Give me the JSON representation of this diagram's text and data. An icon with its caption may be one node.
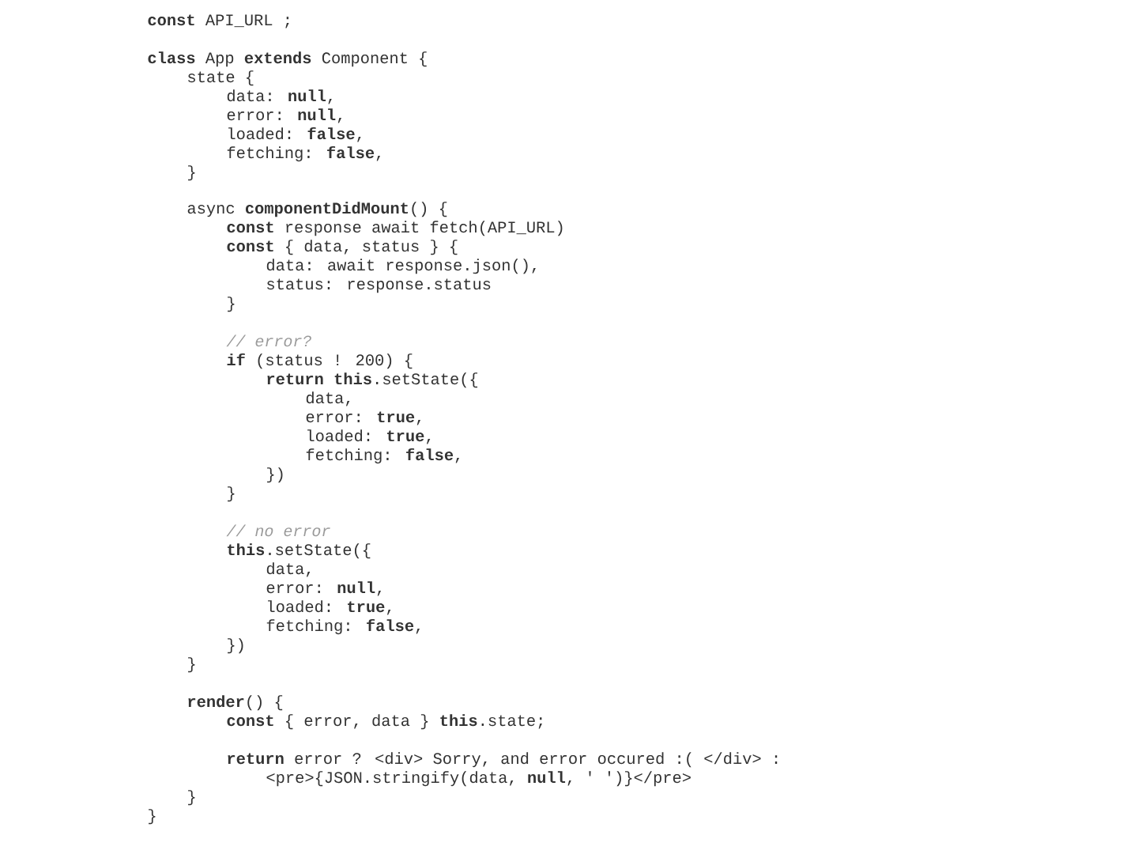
{
  "diagram": {
    "labels": [
      "**const** API_URL ;",
      "**class** App **extends** Component {",
      "state {",
      "data: **null**,",
      "error: **null**,",
      "loaded: **false**,",
      "fetching: **false**,",
      "}",
      "async **componentDidMount**() {",
      "**const** response await fetch(API_URL)",
      "**const** { data, status } {",
      "data: await response.json(),",
      "status: response.status",
      "}",
      "// error?",
      "**if** (status ! 200) {",
      "**return** **this**.setState({",
      "data,",
      "error: **true**,",
      "loaded: **true**,",
      "fetching: **false**,",
      "})",
      "}",
      "// no error",
      "**this**.setState({",
      "data,",
      "error: **null**,",
      "loaded: **true**,",
      "fetching: **false**,",
      "})",
      "}",
      "**render**() {",
      "**const** { error, data } **this**.state;",
      "**return** error ? <div> Sorry, and error occured :( </div> :",
      "<pre>{JSON.stringify(data, **null**, ' ')}</pre>",
      "}",
      "}"
    ]
  }
}
